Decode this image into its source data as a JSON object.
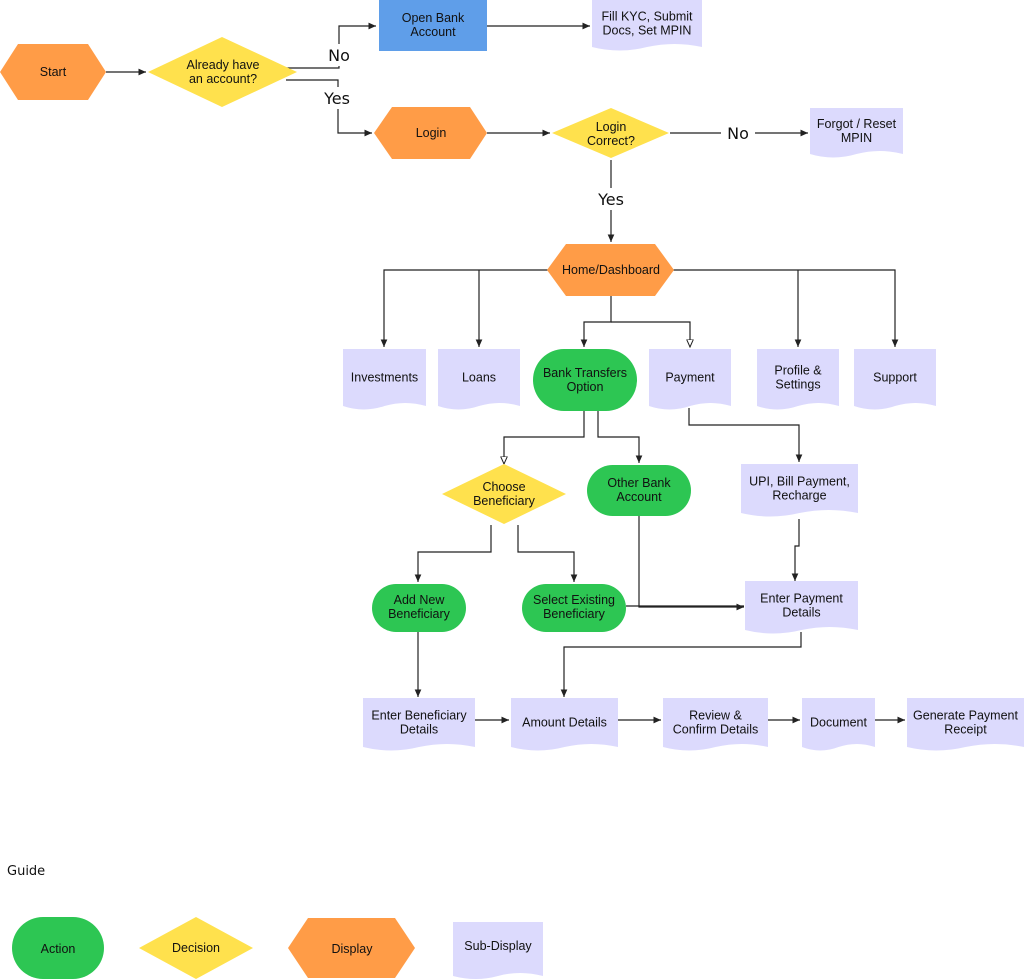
{
  "colors": {
    "action": "#2dc653",
    "decision": "#ffe14d",
    "display": "#ff9c47",
    "sub_display": "#dcdafd",
    "bank_box": "#5f9ee9",
    "edge": "#222222"
  },
  "nodes": {
    "start": {
      "label": "Start",
      "kind": "display"
    },
    "already_account": {
      "label": "Already have\nan account?",
      "kind": "decision"
    },
    "open_bank": {
      "label": "Open Bank\nAccount",
      "kind": "process"
    },
    "fill_kyc": {
      "label": "Fill KYC, Submit\nDocs, Set MPIN",
      "kind": "sub_display"
    },
    "login": {
      "label": "Login",
      "kind": "display"
    },
    "login_correct": {
      "label": "Login\nCorrect?",
      "kind": "decision"
    },
    "forgot_mpin": {
      "label": "Forgot / Reset\nMPIN",
      "kind": "sub_display"
    },
    "home": {
      "label": "Home/Dashboard",
      "kind": "display"
    },
    "investments": {
      "label": "Investments",
      "kind": "sub_display"
    },
    "loans": {
      "label": "Loans",
      "kind": "sub_display"
    },
    "bank_transfers": {
      "label": "Bank Transfers\nOption",
      "kind": "action"
    },
    "payment": {
      "label": "Payment",
      "kind": "sub_display"
    },
    "profile": {
      "label": "Profile &\nSettings",
      "kind": "sub_display"
    },
    "support": {
      "label": "Support",
      "kind": "sub_display"
    },
    "choose_beneficiary": {
      "label": "Choose\nBeneficiary",
      "kind": "decision"
    },
    "other_bank": {
      "label": "Other Bank\nAccount",
      "kind": "action"
    },
    "upi": {
      "label": "UPI, Bill Payment,\nRecharge",
      "kind": "sub_display"
    },
    "add_new": {
      "label": "Add New\nBeneficiary",
      "kind": "action"
    },
    "select_existing": {
      "label": "Select Existing\nBeneficiary",
      "kind": "action"
    },
    "enter_payment": {
      "label": "Enter Payment\nDetails",
      "kind": "sub_display"
    },
    "enter_beneficiary": {
      "label": "Enter Beneficiary\nDetails",
      "kind": "sub_display"
    },
    "amount": {
      "label": "Amount Details",
      "kind": "sub_display"
    },
    "review": {
      "label": "Review &\nConfirm Details",
      "kind": "sub_display"
    },
    "document": {
      "label": "Document",
      "kind": "sub_display"
    },
    "receipt": {
      "label": "Generate Payment\nReceipt",
      "kind": "sub_display"
    }
  },
  "edge_labels": {
    "no1": "No",
    "yes1": "Yes",
    "no2": "No",
    "yes2": "Yes"
  },
  "guide": {
    "title": "Guide",
    "action": "Action",
    "decision": "Decision",
    "display": "Display",
    "sub_display": "Sub-Display"
  }
}
